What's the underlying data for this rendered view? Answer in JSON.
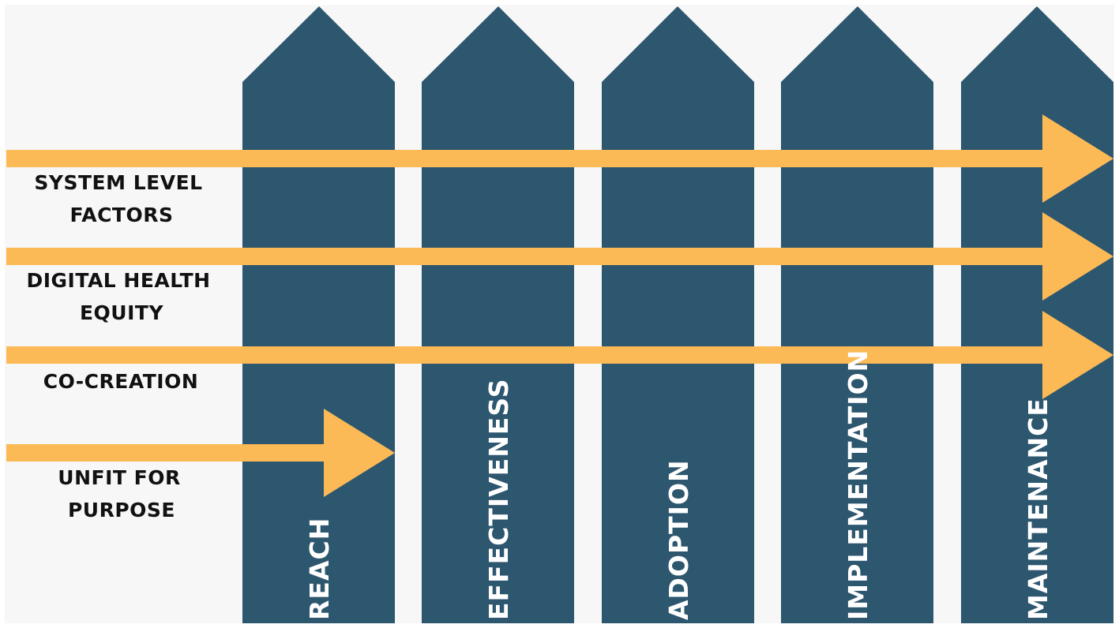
{
  "pillars": [
    {
      "label": "REACH"
    },
    {
      "label": "EFFECTIVENESS"
    },
    {
      "label": "ADOPTION"
    },
    {
      "label": "IMPLEMENTATION"
    },
    {
      "label": "MAINTENANCE"
    }
  ],
  "factors": [
    {
      "line1": "SYSTEM LEVEL",
      "line2": "FACTORS",
      "reaches": "MAINTENANCE"
    },
    {
      "line1": "DIGITAL HEALTH",
      "line2": "EQUITY",
      "reaches": "MAINTENANCE"
    },
    {
      "line1": "CO-CREATION",
      "line2": "",
      "reaches": "MAINTENANCE"
    },
    {
      "line1": "UNFIT FOR",
      "line2": "PURPOSE",
      "reaches": "REACH"
    }
  ],
  "colors": {
    "background": "#f7f7f7",
    "pillar": "#2d566f",
    "arrow": "#fbba55",
    "pillar_text": "#ffffff",
    "factor_text": "#111111"
  }
}
